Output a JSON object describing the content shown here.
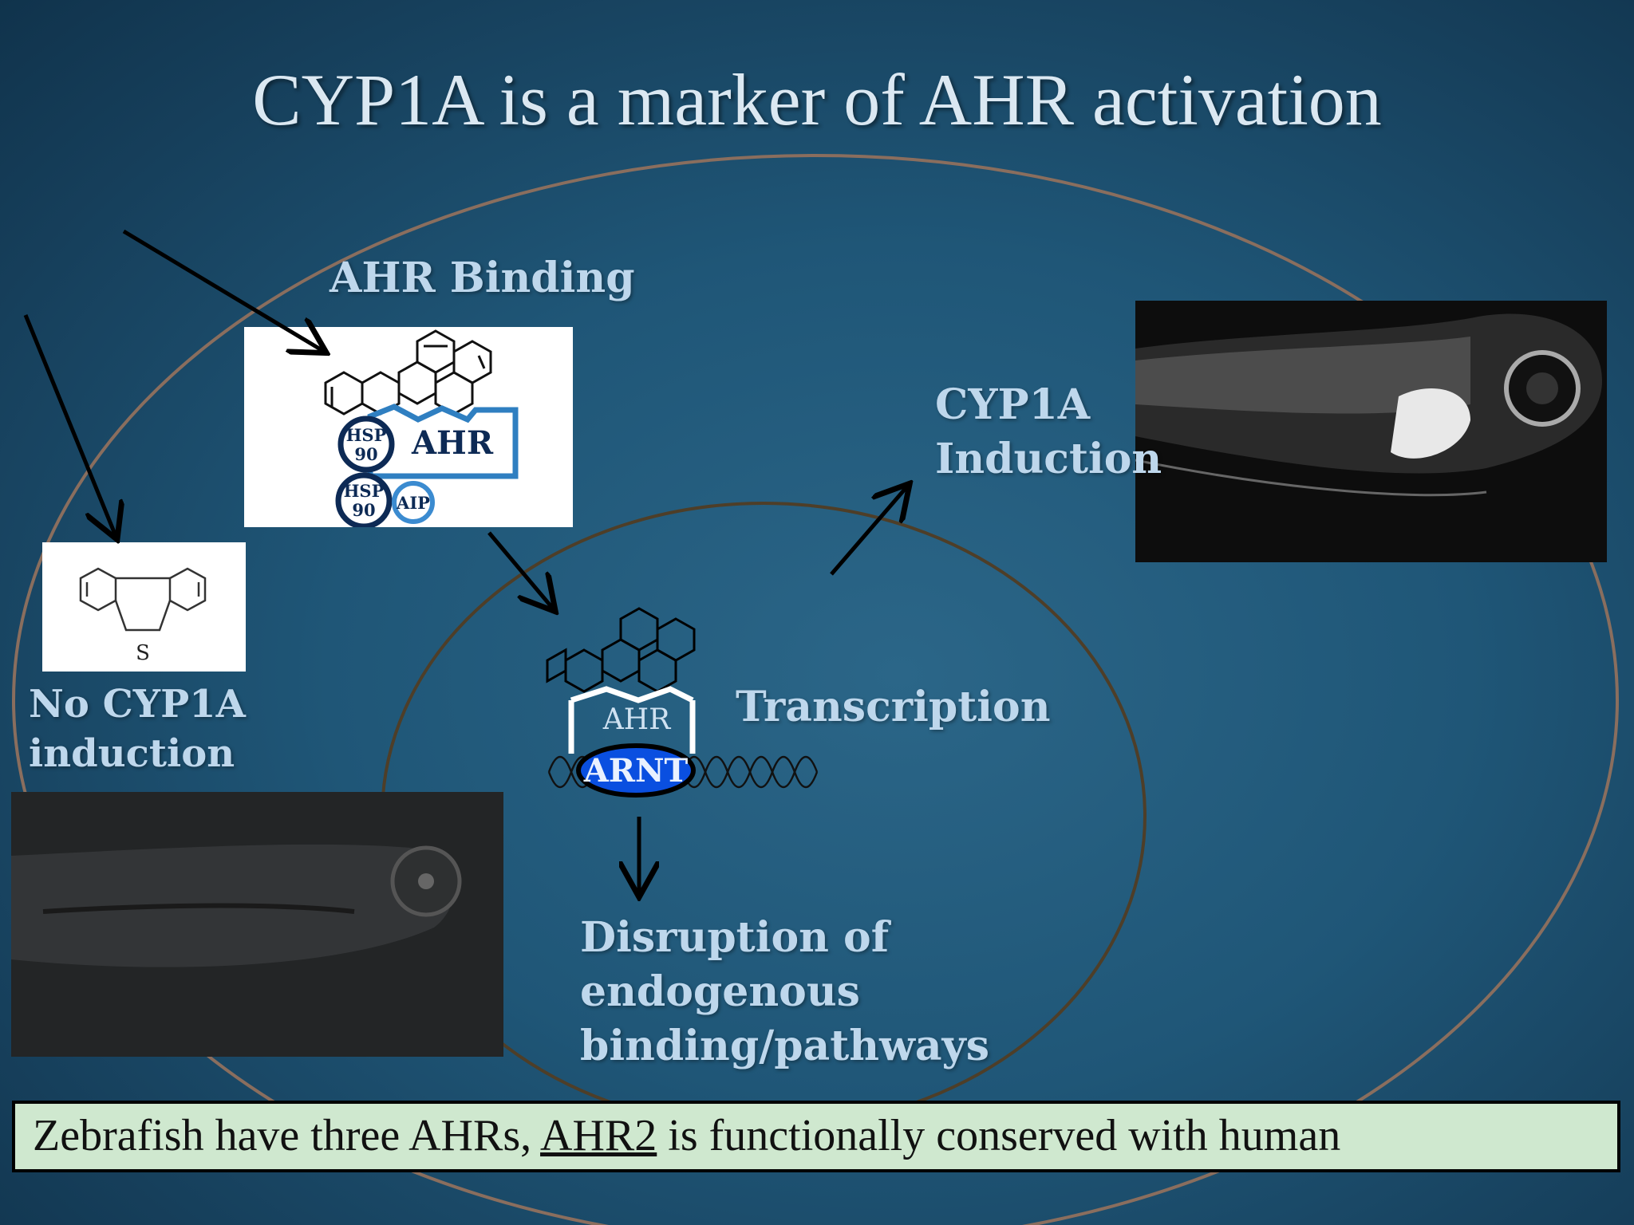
{
  "title": "CYP1A is a marker of AHR activation",
  "labels": {
    "ahr_binding": "AHR Binding",
    "cyp1a_line1": "CYP1A",
    "cyp1a_line2": "Induction",
    "no_cyp1a_line1": "No CYP1A",
    "no_cyp1a_line2": "induction",
    "transcription": "Transcription",
    "disruption_line1": "Disruption of",
    "disruption_line2": "endogenous",
    "disruption_line3": "binding/pathways"
  },
  "complex": {
    "hsp_top": "HSP",
    "hsp_bottom": "90",
    "ahr": "AHR",
    "aip": "AIP",
    "arnt": "ARNT",
    "sulfur": "S"
  },
  "footer": {
    "before": "Zebrafish have three AHRs, ",
    "underlined": "AHR2",
    "after": " is functionally conserved with human"
  },
  "colors": {
    "background": "#1f5677",
    "ahr_blue": "#2f7fc1",
    "navy": "#0d2a55",
    "arnt_fill": "#0a4fe0",
    "footer_bg": "#cfe8cf",
    "outer_cell": "#8a6e5e",
    "nucleus": "#4e3e28"
  }
}
